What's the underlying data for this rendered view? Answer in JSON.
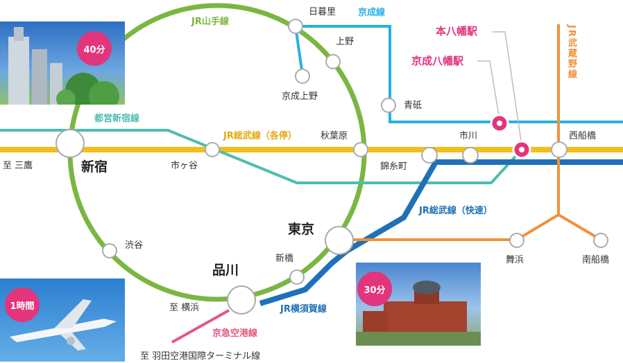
{
  "colors": {
    "yamanote": "#7ab642",
    "sobu_local": "#f2be1a",
    "sobu_rapid": "#1e71b7",
    "shinjuku_line": "#4dbdae",
    "keisei": "#27b0e4",
    "musashino": "#f0913a",
    "keikyu": "#e5577e",
    "highlight": "#e2357c"
  },
  "lines": {
    "yamanote": "JR山手線",
    "sobu_local": "JR総武線（各停）",
    "sobu_rapid": "JR総武線（快速）",
    "shinjuku_line": "都営新宿線",
    "keisei": "京成線",
    "musashino": "JR武蔵野線",
    "yokosuka": "JR横須賀線",
    "keikyu": "京急空港線"
  },
  "stations": {
    "nippori": "日暮里",
    "ueno": "上野",
    "keisei_ueno": "京成上野",
    "aoto": "青砥",
    "shinjuku": "新宿",
    "ichigaya": "市ヶ谷",
    "akihabara": "秋葉原",
    "kinshicho": "錦糸町",
    "ichikawa": "市川",
    "nishifunabashi": "西船橋",
    "tokyo": "東京",
    "shibuya": "渋谷",
    "shinagawa": "品川",
    "shimbashi": "新橋",
    "maihama": "舞浜",
    "minamifunabashi": "南船橋",
    "motoyawata": "本八幡駅",
    "keisei_yawata": "京成八幡駅"
  },
  "destinations": {
    "mitaka": "至 三鷹",
    "yokohama": "至 横浜",
    "haneda": "至 羽田空港国際ターミナル線"
  },
  "badges": {
    "shinjuku_time": "40分",
    "haneda_time": "1時間",
    "tokyo_time": "30分"
  }
}
